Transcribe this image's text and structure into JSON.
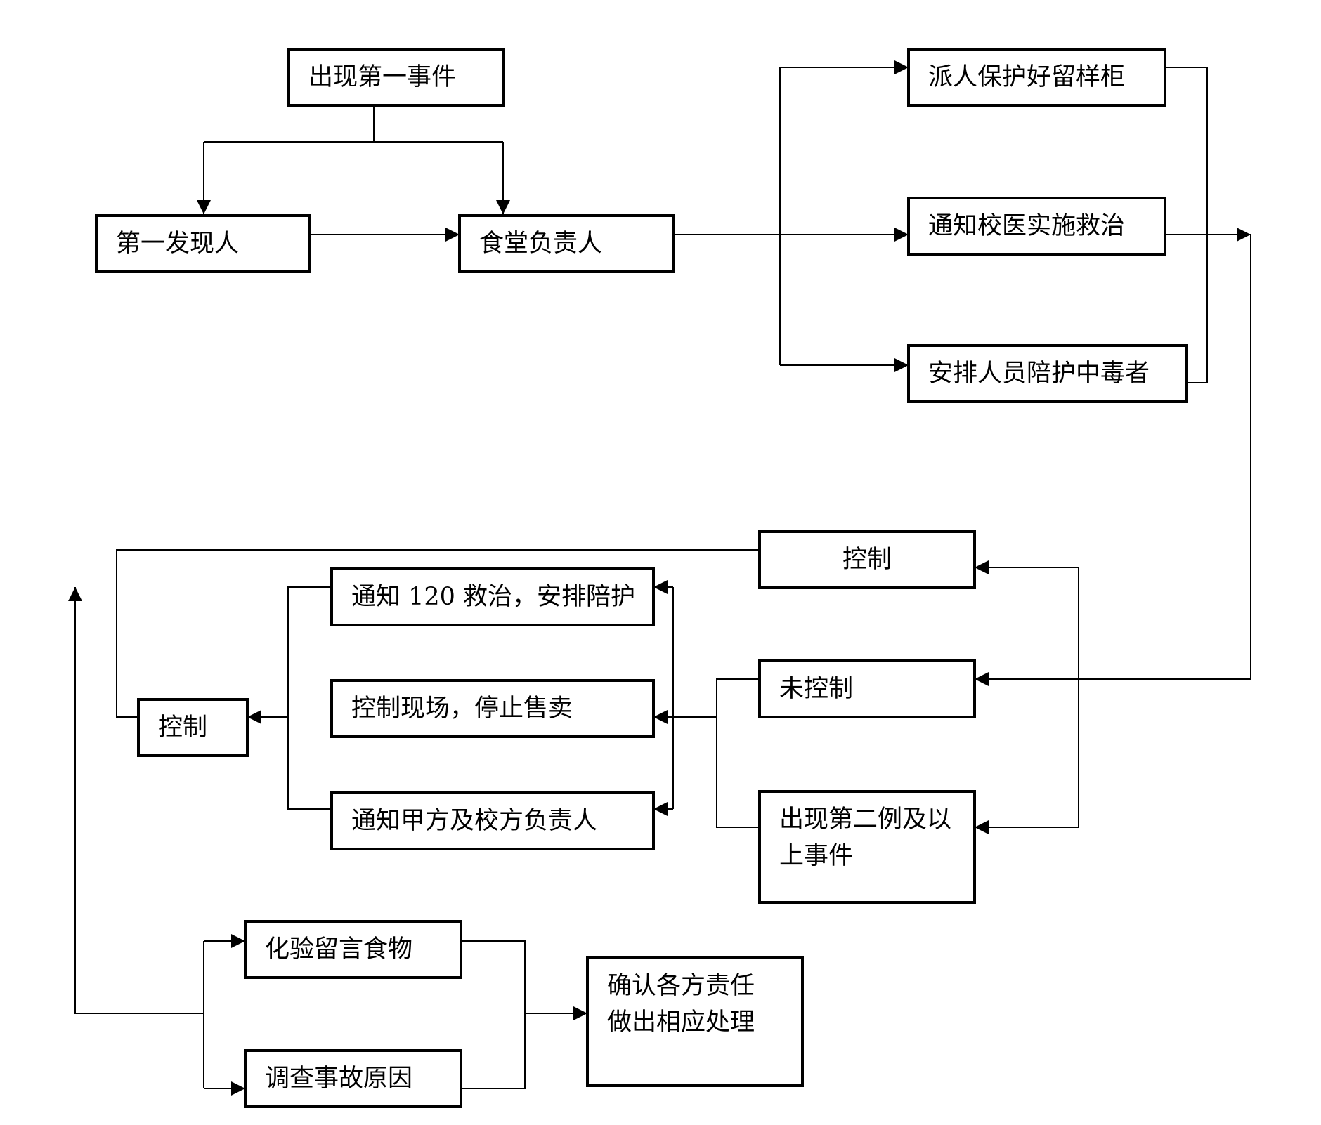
{
  "diagram": {
    "nodes": {
      "first_event": "出现第一事件",
      "first_discoverer": "第一发现人",
      "canteen_head": "食堂负责人",
      "protect_sample_cabinet": "派人保护好留样柜",
      "notify_school_doctor": "通知校医实施救治",
      "accompany_poisoned": "安排人员陪护中毒者",
      "controlled_top": "控制",
      "not_controlled": "未控制",
      "second_case": "出现第二例及以上事件",
      "notify_120": "通知 120 救治，安排陪护",
      "control_scene": "控制现场，停止售卖",
      "notify_party_a": "通知甲方及校方负责人",
      "controlled_left": "控制",
      "test_food": "化验留言食物",
      "investigate_cause": "调查事故原因",
      "confirm_responsibility": "确认各方责任\n做出相应处理"
    }
  }
}
